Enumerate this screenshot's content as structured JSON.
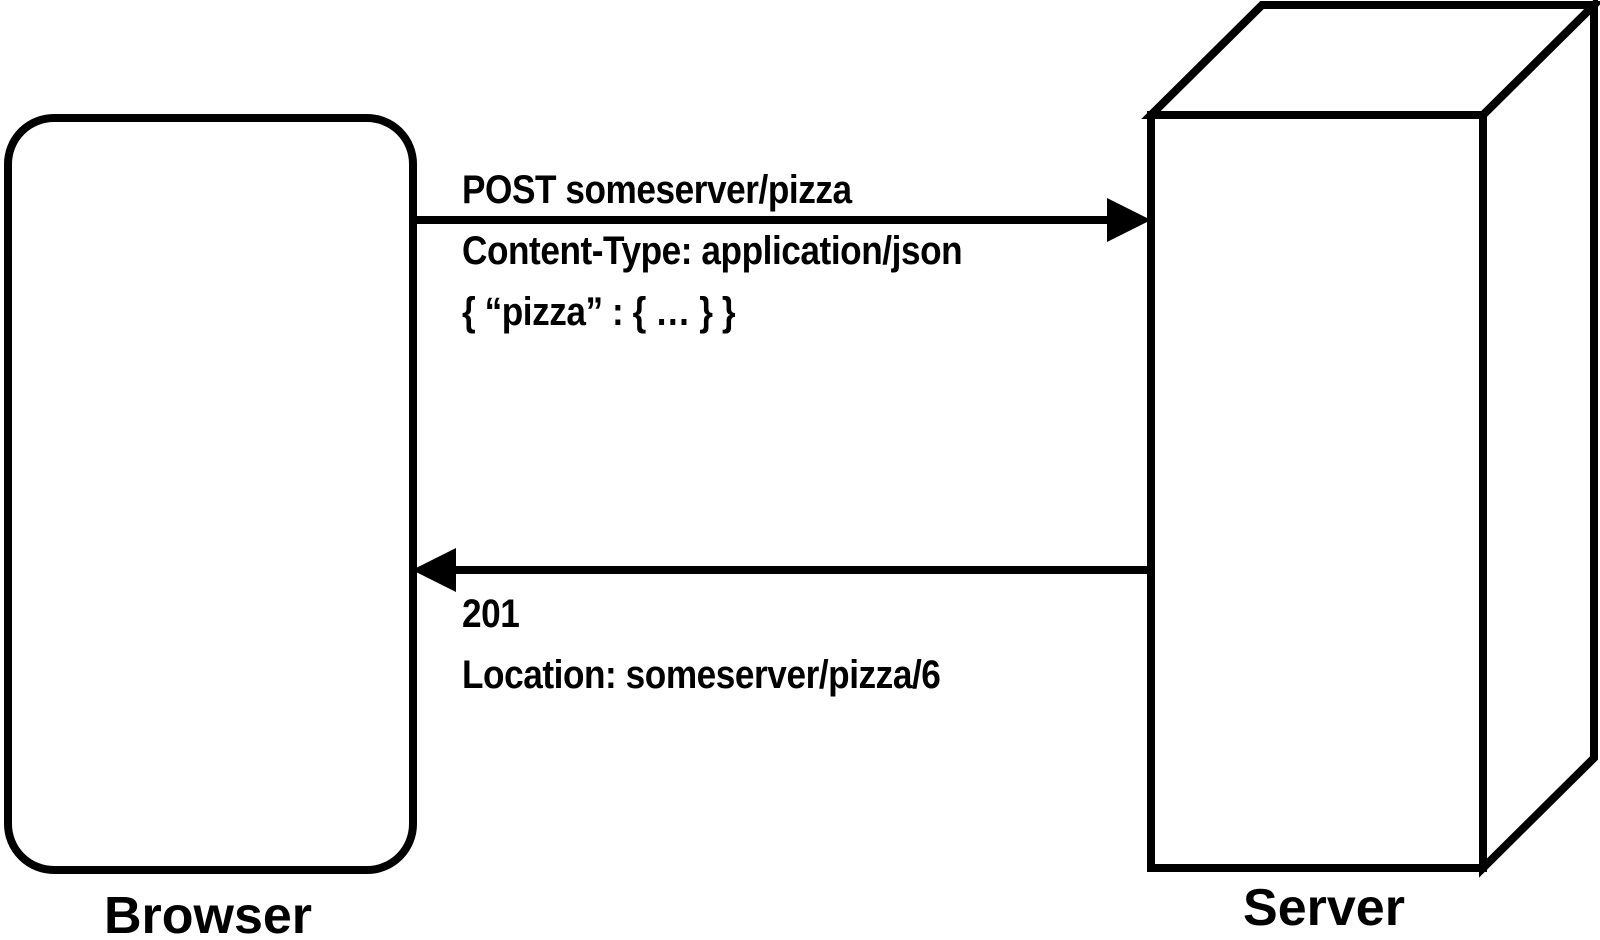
{
  "diagram": {
    "title": "HTTP POST request and response between Browser and Server",
    "background_color": "#ffffff",
    "stroke_color": "#000000",
    "nodes": {
      "client": {
        "label": "Browser",
        "shape": "rounded-rectangle"
      },
      "server": {
        "label": "Server",
        "shape": "3d-box"
      }
    },
    "request": {
      "direction": "client-to-server",
      "arrow": "right",
      "lines": [
        "POST someserver/pizza",
        "Content-Type: application/json",
        "{ “pizza” : { … } }"
      ],
      "method": "POST",
      "path": "someserver/pizza",
      "header_name": "Content-Type",
      "header_value": "application/json",
      "body": "{ “pizza” : { … } }"
    },
    "response": {
      "direction": "server-to-client",
      "arrow": "left",
      "lines": [
        "201",
        "Location: someserver/pizza/6"
      ],
      "status_code": "201",
      "header_name": "Location",
      "header_value": "someserver/pizza/6"
    }
  }
}
